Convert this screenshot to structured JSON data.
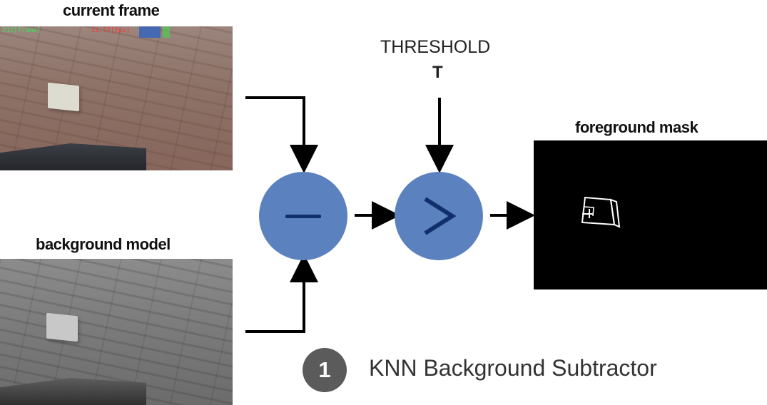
{
  "labels": {
    "current_frame": "current frame",
    "background_model": "background model",
    "foreground_mask": "foreground mask",
    "threshold": "THRESHOLD",
    "threshold_symbol": "T"
  },
  "image_overlay": {
    "frame_text": "212[frame]",
    "fps_text": "11.77[fps]"
  },
  "operators": {
    "subtract": "minus",
    "compare": "greater-than"
  },
  "footer": {
    "step_number": "1",
    "caption": "KNN Background Subtractor"
  },
  "colors": {
    "operator_fill": "#5b82bf",
    "operator_symbol": "#102f6b",
    "badge_fill": "#5b5b5b",
    "arrow": "#000000",
    "mask_background": "#000000",
    "mask_foreground": "#ffffff"
  },
  "icons": {
    "subtract": "minus-icon",
    "compare": "greater-than-icon",
    "flow": "arrow-icon"
  }
}
